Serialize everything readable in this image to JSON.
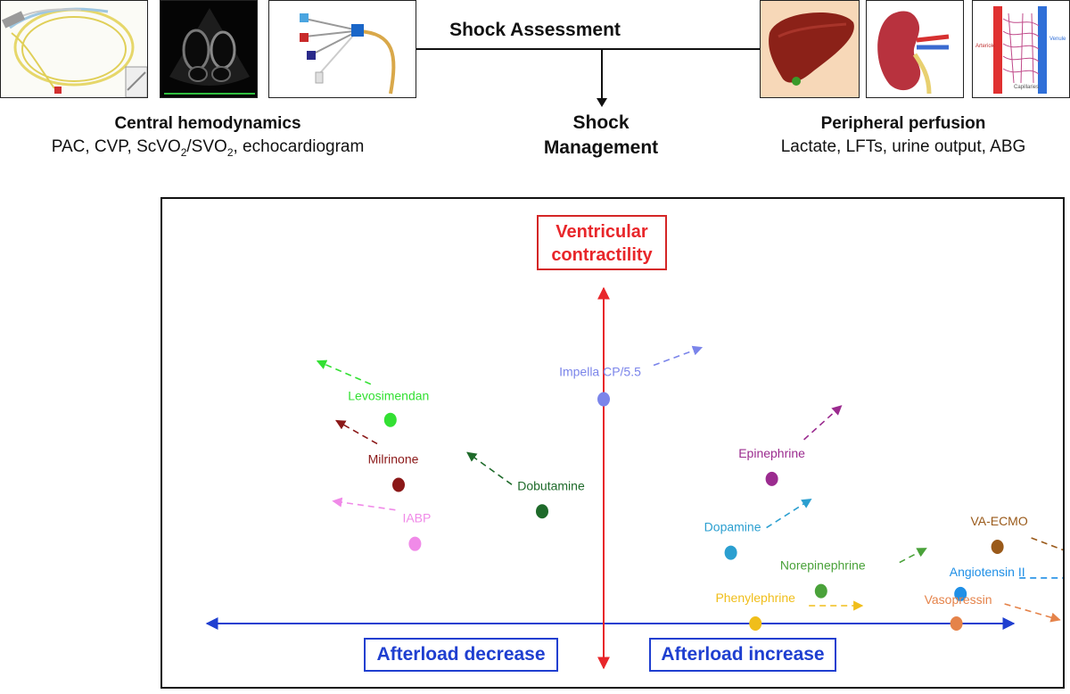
{
  "header": {
    "assessment": "Shock Assessment",
    "management_line1": "Shock",
    "management_line2": "Management"
  },
  "central": {
    "title": "Central hemodynamics",
    "subtitle_html": "PAC, CVP, ScVO<sub>2</sub>/SVO<sub>2</sub>, echocardiogram"
  },
  "peripheral": {
    "title": "Peripheral perfusion",
    "subtitle": "Lactate, LFTs, urine output, ABG"
  },
  "kidney_labels": {
    "arteriole": "Arteriole",
    "venule": "Venule",
    "capillaries": "Capillaries"
  },
  "axes": {
    "y_label": "Ventricular contractility",
    "x_left_label": "Afterload decrease",
    "x_right_label": "Afterload increase",
    "y_color": "#e8262a",
    "x_color": "#1f3fd0"
  },
  "agents": [
    {
      "name": "Impella CP/5.5",
      "color": "#7b85ea",
      "afterload": 0.0,
      "contractility": 0.76
    },
    {
      "name": "Levosimendan",
      "color": "#33e033",
      "afterload": -0.52,
      "contractility": 0.69
    },
    {
      "name": "Milrinone",
      "color": "#8b1818",
      "afterload": -0.5,
      "contractility": 0.47
    },
    {
      "name": "Dobutamine",
      "color": "#1e6a2a",
      "afterload": -0.15,
      "contractility": 0.38
    },
    {
      "name": "IABP",
      "color": "#f08ae8",
      "afterload": -0.46,
      "contractility": 0.27
    },
    {
      "name": "Epinephrine",
      "color": "#9b2b8f",
      "afterload": 0.41,
      "contractility": 0.49
    },
    {
      "name": "Dopamine",
      "color": "#2b9fd0",
      "afterload": 0.31,
      "contractility": 0.24
    },
    {
      "name": "VA-ECMO",
      "color": "#9a5a1a",
      "afterload": 0.96,
      "contractility": 0.26
    },
    {
      "name": "Norepinephrine",
      "color": "#4aa23a",
      "afterload": 0.53,
      "contractility": 0.11
    },
    {
      "name": "Angiotensin II",
      "color": "#1f8fe6",
      "afterload": 0.87,
      "contractility": 0.1
    },
    {
      "name": "Phenylephrine",
      "color": "#f0be1a",
      "afterload": 0.37,
      "contractility": 0.0
    },
    {
      "name": "Vasopressin",
      "color": "#e5834a",
      "afterload": 0.86,
      "contractility": 0.0
    }
  ]
}
